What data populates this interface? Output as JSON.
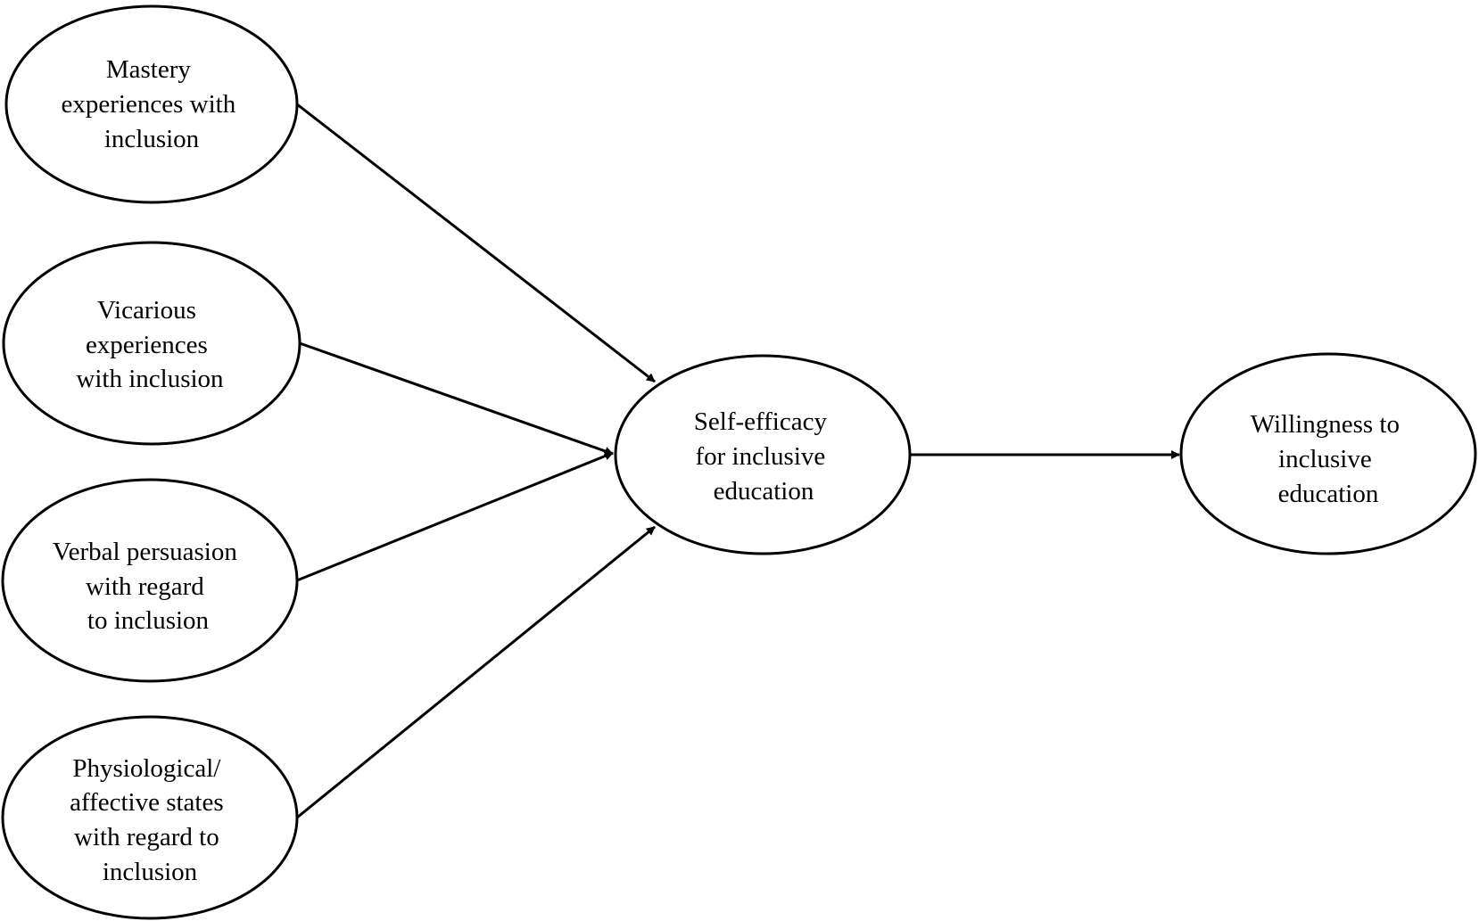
{
  "nodes": [
    {
      "id": "mastery",
      "lines": [
        "Mastery",
        "experiences with",
        "inclusion"
      ]
    },
    {
      "id": "vicarious",
      "lines": [
        "Vicarious",
        "experiences",
        "with inclusion"
      ]
    },
    {
      "id": "verbal",
      "lines": [
        "Verbal persuasion",
        "with regard",
        "to inclusion"
      ]
    },
    {
      "id": "physiological",
      "lines": [
        "Physiological/",
        "affective states",
        "with regard to",
        "inclusion"
      ]
    },
    {
      "id": "selfefficacy",
      "lines": [
        "Self-efficacy",
        "for inclusive",
        "education"
      ]
    },
    {
      "id": "willingness",
      "lines": [
        "Willingness to",
        "inclusive",
        "education"
      ]
    }
  ],
  "edges": [
    {
      "from": "mastery",
      "to": "selfefficacy"
    },
    {
      "from": "vicarious",
      "to": "selfefficacy"
    },
    {
      "from": "verbal",
      "to": "selfefficacy"
    },
    {
      "from": "physiological",
      "to": "selfefficacy"
    },
    {
      "from": "selfefficacy",
      "to": "willingness"
    }
  ],
  "colors": {
    "stroke": "#000000",
    "fill": "#ffffff",
    "text": "#000000"
  }
}
